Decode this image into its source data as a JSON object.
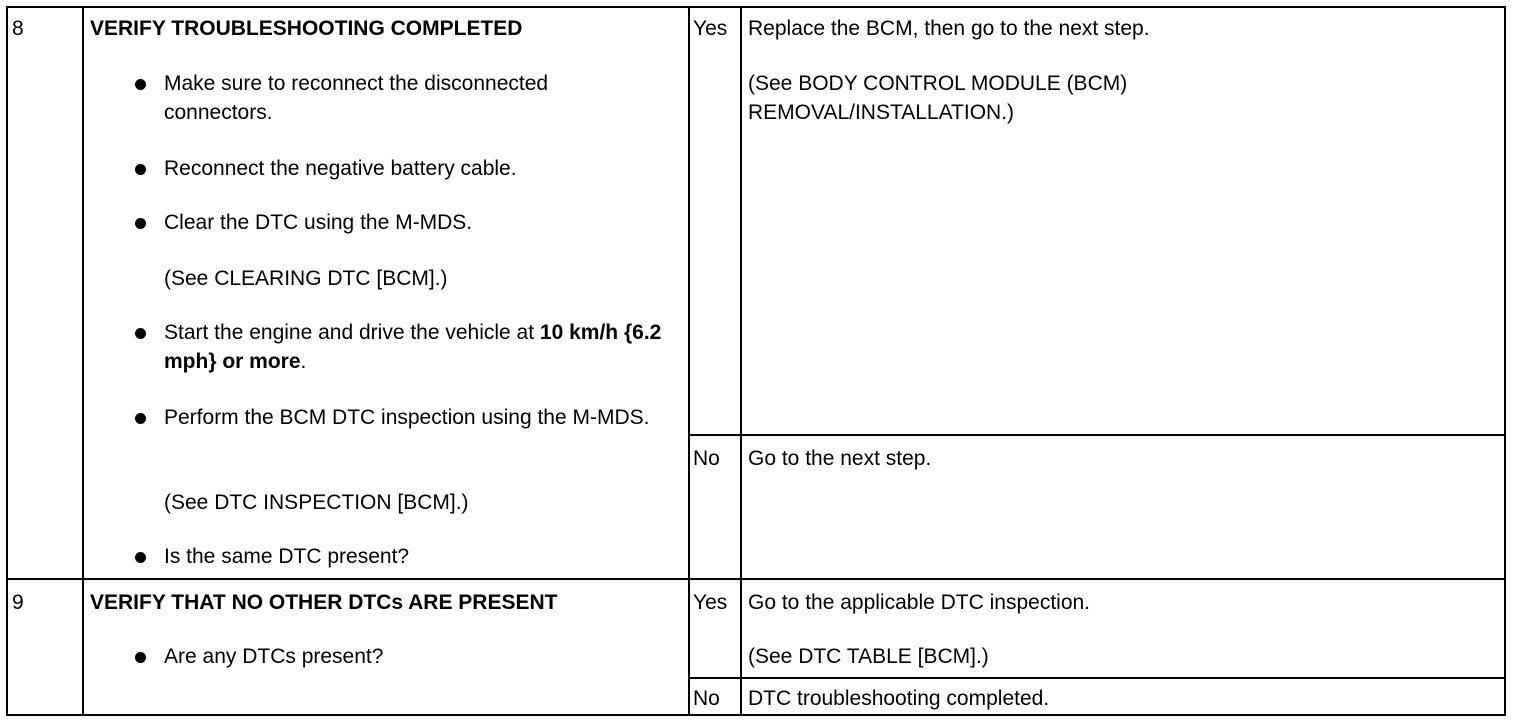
{
  "steps": [
    {
      "number": "8",
      "title": "VERIFY TROUBLESHOOTING COMPLETED",
      "bullets": [
        "Make sure to reconnect the disconnected connectors.",
        "Reconnect the negative battery cable.",
        "Clear the DTC using the M-MDS."
      ],
      "ref1": "(See CLEARING DTC [BCM].)",
      "bullet4_a": "Start the engine and drive the vehicle at ",
      "bullet4_b": "10 km/h {6.2 mph} or more",
      "bullet4_c": ".",
      "bullet5": "Perform the BCM DTC inspection using the M-MDS.",
      "ref2": "(See DTC INSPECTION [BCM].)",
      "bullet6": "Is the same DTC present?",
      "yes_label": "Yes",
      "yes_action": "Replace the BCM, then go to the next step.",
      "yes_ref": "(See BODY CONTROL MODULE (BCM) REMOVAL/INSTALLATION.)",
      "no_label": "No",
      "no_action": "Go to the next step."
    },
    {
      "number": "9",
      "title": "VERIFY THAT NO OTHER DTCs ARE PRESENT",
      "bullet1": "Are any DTCs present?",
      "yes_label": "Yes",
      "yes_action": "Go to the applicable DTC inspection.",
      "yes_ref": "(See DTC TABLE [BCM].)",
      "no_label": "No",
      "no_action": "DTC troubleshooting completed."
    }
  ]
}
